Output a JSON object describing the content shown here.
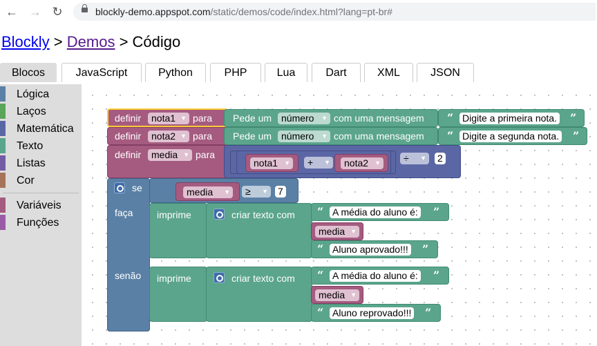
{
  "browser": {
    "url_host": "blockly-demo.appspot.com",
    "url_path": "/static/demos/code/index.html?lang=pt-br#"
  },
  "heading": {
    "link1": "Blockly",
    "sep1": " > ",
    "link2": "Demos",
    "sep2": " > ",
    "current": "Código"
  },
  "tabs": [
    "Blocos",
    "JavaScript",
    "Python",
    "PHP",
    "Lua",
    "Dart",
    "XML",
    "JSON"
  ],
  "toolbox": {
    "categories": [
      {
        "label": "Lógica",
        "color": "#5b80a5"
      },
      {
        "label": "Laços",
        "color": "#5ba55b"
      },
      {
        "label": "Matemática",
        "color": "#5b67a5"
      },
      {
        "label": "Texto",
        "color": "#5ba58c"
      },
      {
        "label": "Listas",
        "color": "#745ba5"
      },
      {
        "label": "Cor",
        "color": "#a5745b"
      },
      {
        "label": "Variáveis",
        "color": "#a55b80"
      },
      {
        "label": "Funções",
        "color": "#995ba5"
      }
    ]
  },
  "blocks": {
    "def1": {
      "set": "definir",
      "var": "nota1",
      "to": "para",
      "prompt": "Pede um",
      "type": "número",
      "msg": "com uma mensagem",
      "text": "Digite a primeira nota."
    },
    "def2": {
      "set": "definir",
      "var": "nota2",
      "to": "para",
      "prompt": "Pede um",
      "type": "número",
      "msg": "com uma mensagem",
      "text": "Digite a segunda nota."
    },
    "def3": {
      "set": "definir",
      "var": "media",
      "to": "para",
      "a": "nota1",
      "op": "+",
      "b": "nota2",
      "div": "÷",
      "n": "2"
    },
    "if": {
      "if": "se",
      "var": "media",
      "cmp": "≥",
      "n": "7",
      "do": "faça",
      "else": "senão"
    },
    "print1": {
      "print": "imprime",
      "join": "criar texto com",
      "t1": "A média do aluno é:",
      "var": "media",
      "t2": "Aluno aprovado!!!"
    },
    "print2": {
      "print": "imprime",
      "join": "criar texto com",
      "t1": "A média do aluno é:",
      "var": "media",
      "t2": "Aluno reprovado!!!"
    },
    "quote_open": "“",
    "quote_close": "”",
    "caret": "▼"
  }
}
